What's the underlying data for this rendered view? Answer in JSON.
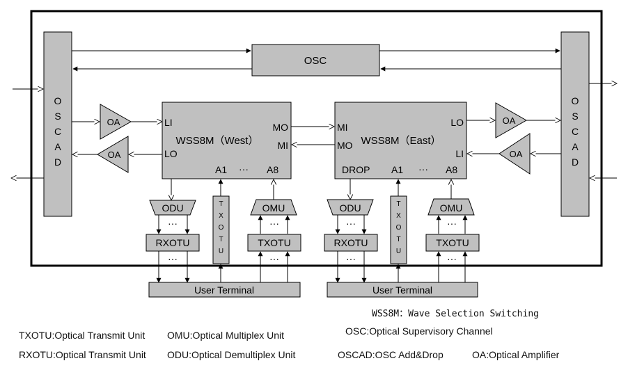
{
  "colors": {
    "block_fill": "#c0c0c0",
    "stroke": "#000000",
    "background": "#ffffff"
  },
  "blocks": {
    "osc": "OSC",
    "oscad_left": "OSCAD",
    "oscad_right": "OSCAD",
    "oa": "OA",
    "wss_west": {
      "title": "WSS8M（West）",
      "li": "LI",
      "lo": "LO",
      "mo": "MO",
      "mi": "MI",
      "a1": "A1",
      "dots": "···",
      "a8": "A8"
    },
    "wss_east": {
      "title": "WSS8M（East）",
      "mi": "MI",
      "mo": "MO",
      "lo": "LO",
      "li": "LI",
      "drop": "DROP",
      "a1": "A1",
      "dots": "···",
      "a8": "A8"
    },
    "odu": "ODU",
    "omu": "OMU",
    "rxotu": "RXOTU",
    "txotu": "TXOTU",
    "txotu_vertical": "TXOTU",
    "user_terminal": "User Terminal",
    "dots": "···"
  },
  "legend": {
    "wss8m": "WSS8M：Wave Selection Switching",
    "txotu": "TXOTU:Optical Transmit Unit",
    "omu": "OMU:Optical Multiplex Unit",
    "osc": "OSC:Optical Supervisory Channel",
    "rxotu": "RXOTU:Optical Transmit Unit",
    "odu": "ODU:Optical Demultiplex Unit",
    "oscad": "OSCAD:OSC Add&Drop",
    "oa": "OA:Optical Amplifier"
  }
}
